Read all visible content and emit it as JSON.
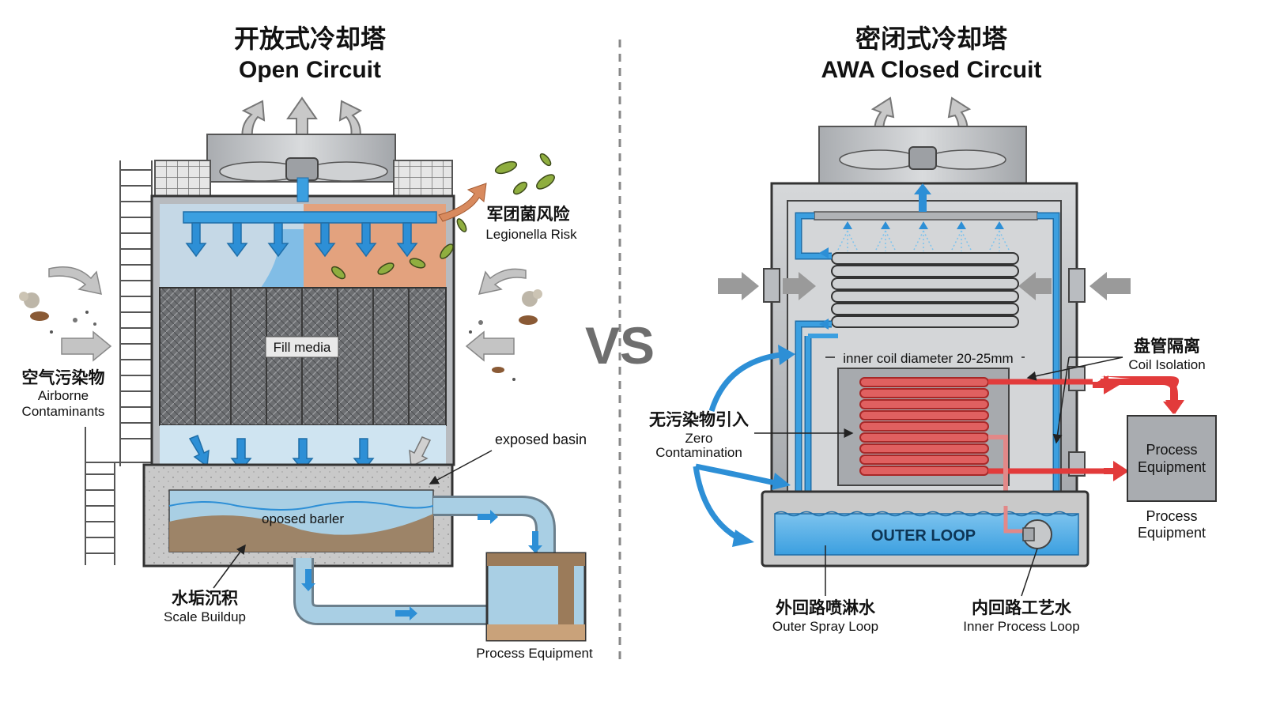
{
  "open": {
    "title_cn": "开放式冷却塔",
    "title_en": "Open Circuit",
    "legionella_cn": "军团菌风险",
    "legionella_en": "Legionella Risk",
    "fill_media": "Fill media",
    "airborne_cn": "空气污染物",
    "airborne_en_1": "Airborne",
    "airborne_en_2": "Contaminants",
    "exposed_basin": "exposed basin",
    "basin_label": "oposed barler",
    "scale_cn": "水垢沉积",
    "scale_en": "Scale Buildup",
    "process_equipment": "Process Equipment"
  },
  "vs": "VS",
  "closed": {
    "title_cn": "密闭式冷却塔",
    "title_en": "AWA Closed Circuit",
    "coil_diameter": "inner coil diameter 20-25mm",
    "coil_isolation_cn": "盘管隔离",
    "coil_isolation_en": "Coil Isolation",
    "zero_cn": "无污染物引入",
    "zero_en_1": "Zero",
    "zero_en_2": "Contamination",
    "outer_loop": "OUTER LOOP",
    "process_box_1": "Process",
    "process_box_2": "Equipment",
    "process_below_1": "Process",
    "process_below_2": "Equipment",
    "outer_spray_cn": "外回路喷淋水",
    "outer_spray_en": "Outer Spray Loop",
    "inner_process_cn": "内回路工艺水",
    "inner_process_en": "Inner Process Loop"
  },
  "colors": {
    "water_blue": "#3b9fe0",
    "hot_red": "#e23b3b",
    "steel_gray": "#b9bcc0",
    "dark_outline": "#2b2b2b",
    "bacteria_orange": "#e3a27e"
  }
}
